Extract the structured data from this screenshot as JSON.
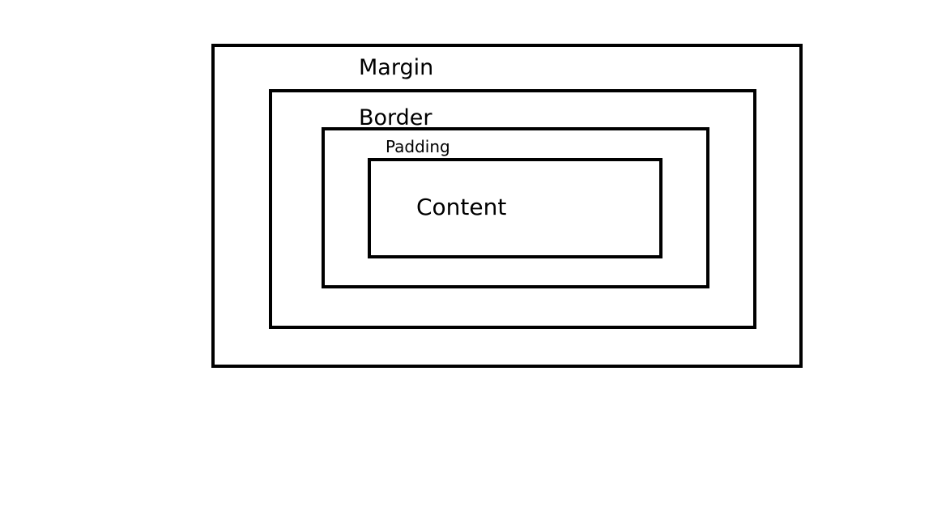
{
  "diagram": {
    "layers": {
      "margin": "Margin",
      "border": "Border",
      "padding": "Padding",
      "content": "Content"
    },
    "colors": {
      "stroke": "#000000",
      "background": "#ffffff"
    }
  }
}
